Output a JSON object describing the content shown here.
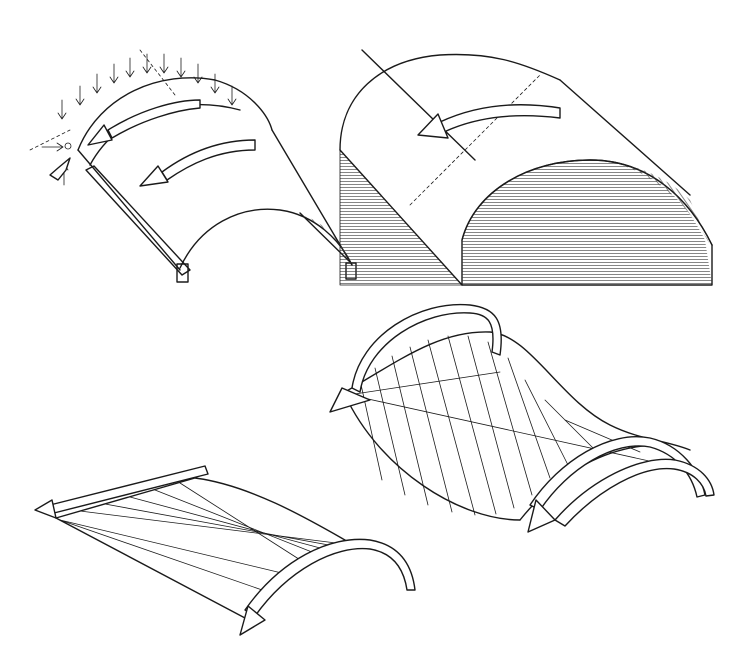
{
  "colors": {
    "ink": "#1a1a1a",
    "paper": "#ffffff",
    "hatch": "#333333"
  },
  "icons": [
    "down-load-arrow-icon",
    "force-arrow-icon"
  ],
  "panels": [
    {
      "id": "vault-with-edge-beams"
    },
    {
      "id": "barrel-vault-hatched"
    },
    {
      "id": "saddle-shell-with-arches"
    },
    {
      "id": "ruled-surface-with-arch"
    }
  ]
}
